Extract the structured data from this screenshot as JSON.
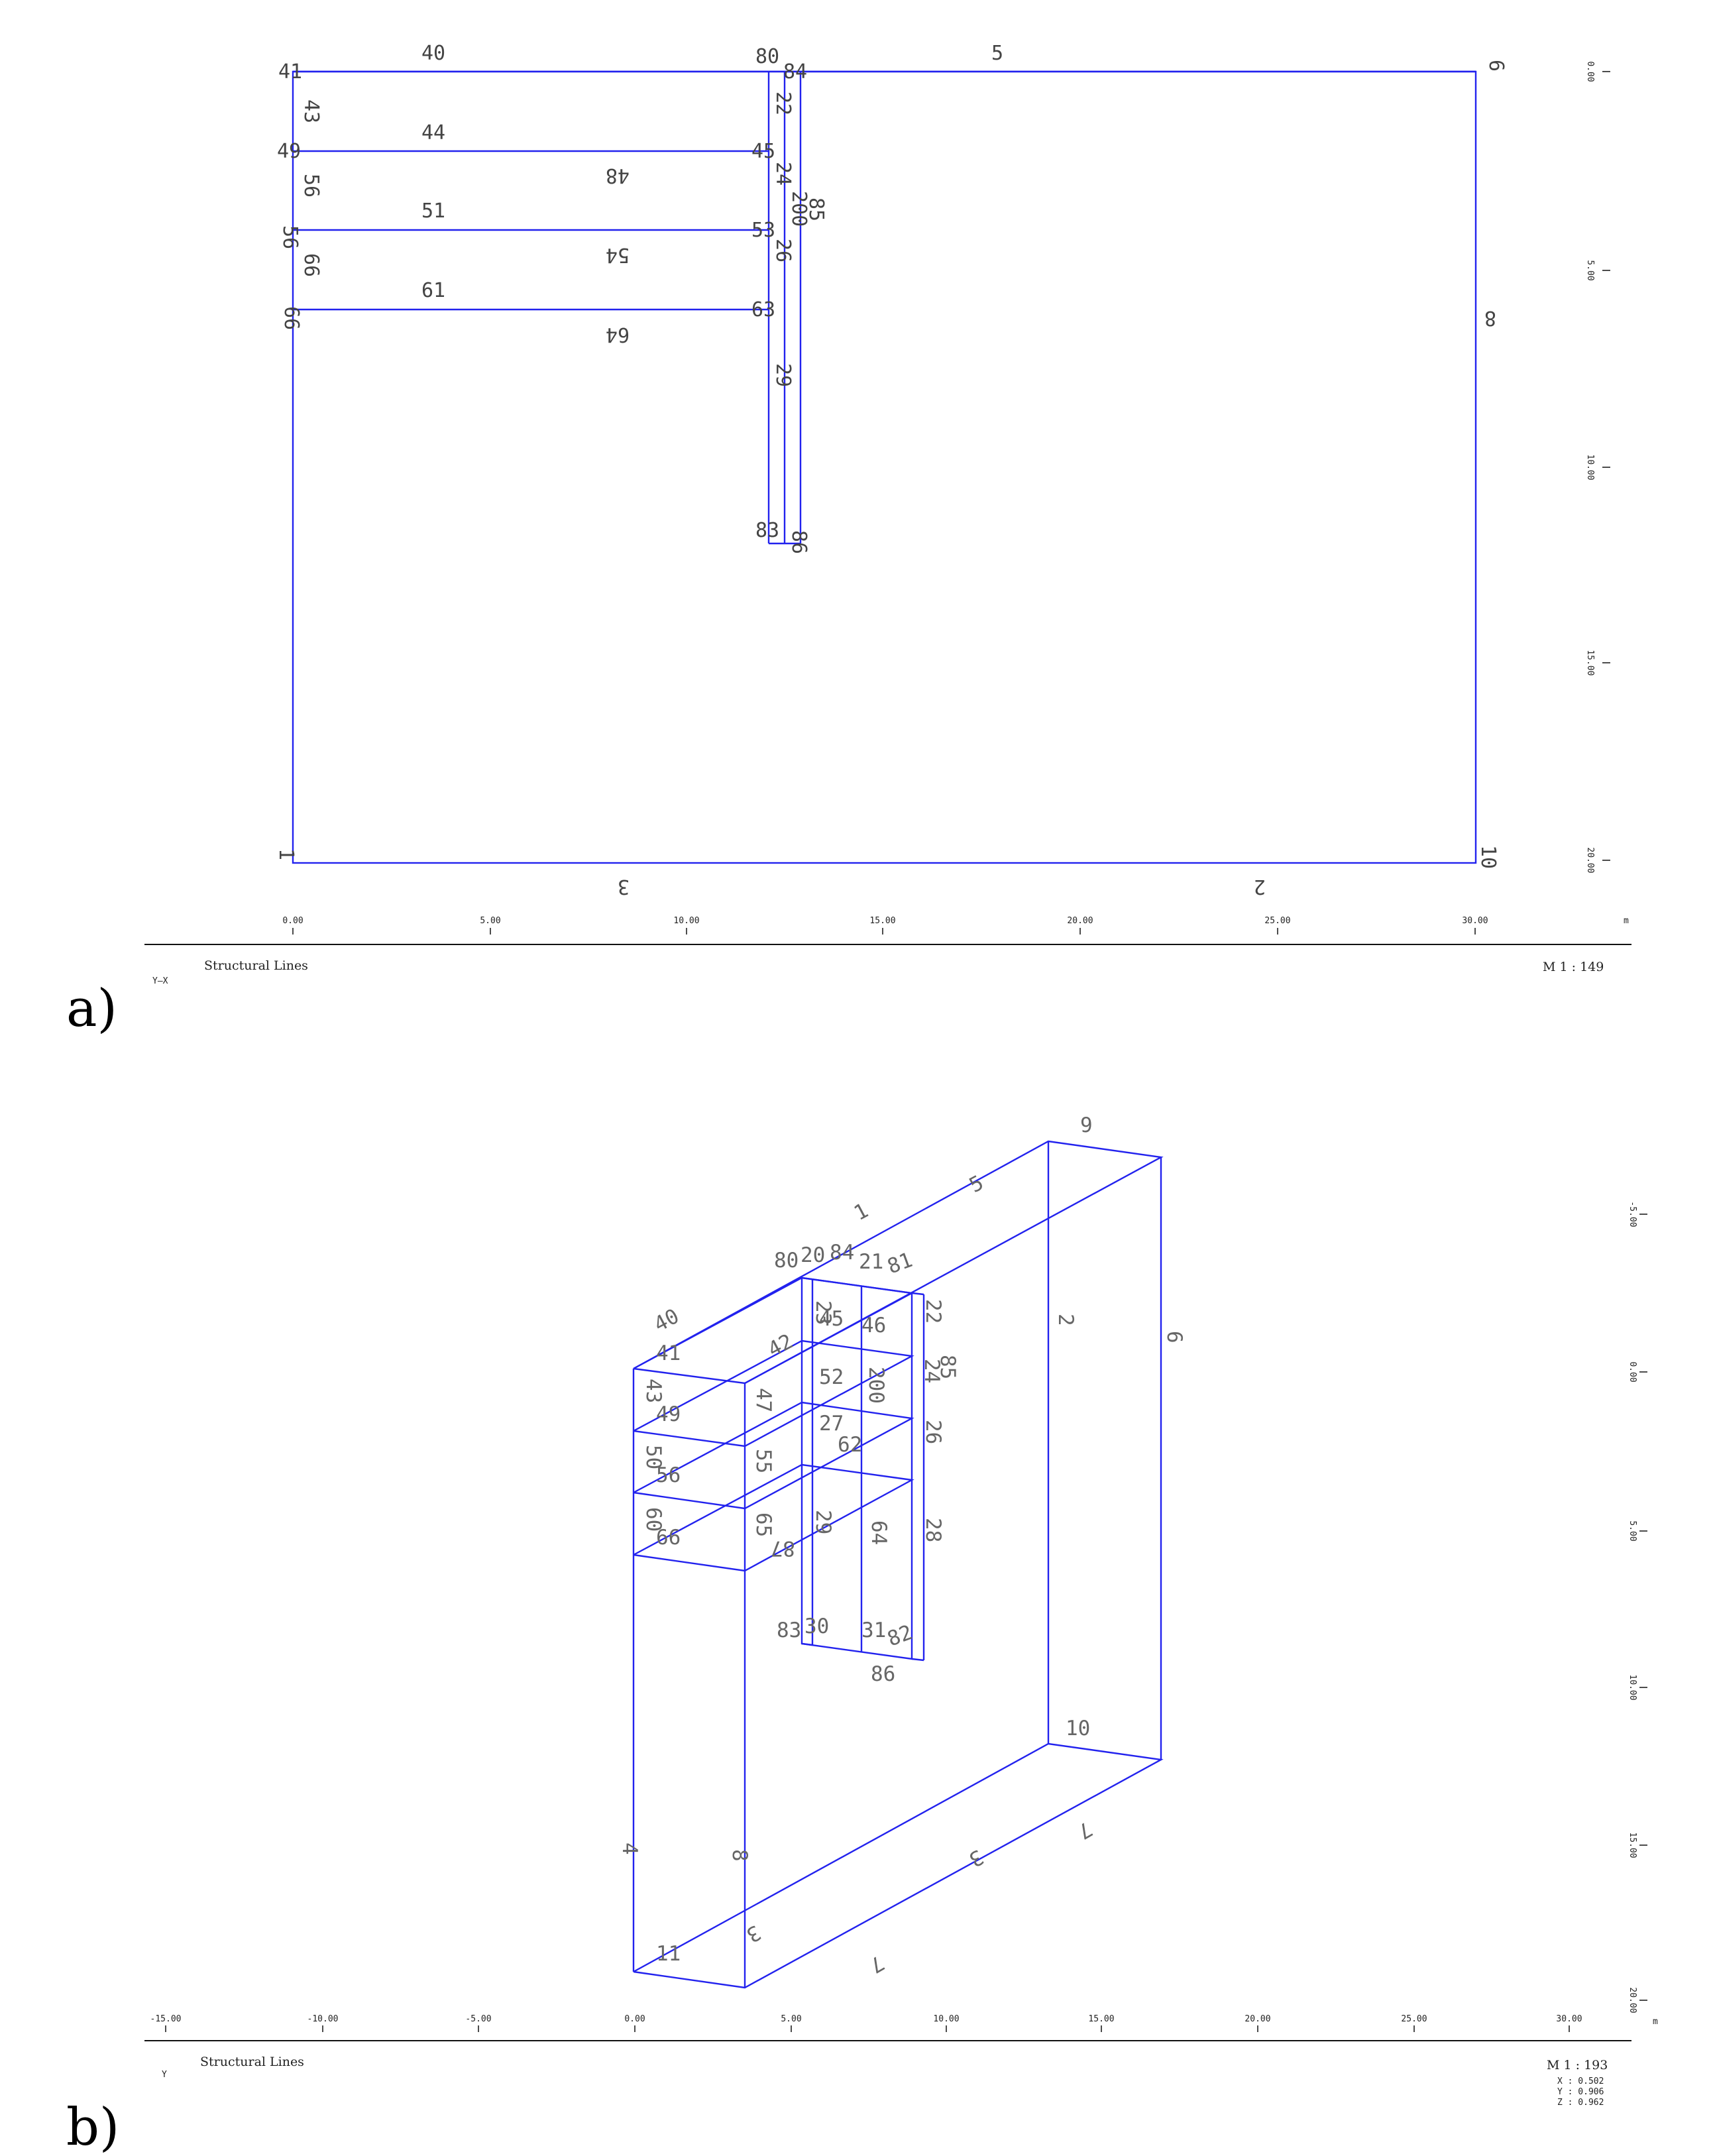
{
  "panel_a": {
    "panel_label": "a)",
    "view_title": "Structural Lines",
    "scale": "M 1 : 149",
    "unit": "m",
    "axis_mark": "Y—X",
    "x_ticks": [
      "0.00",
      "5.00",
      "10.00",
      "15.00",
      "20.00",
      "25.00",
      "30.00"
    ],
    "y_ticks": [
      "0.00",
      "5.00",
      "10.00",
      "15.00",
      "20.00"
    ],
    "line_labels": [
      "40",
      "41",
      "43",
      "44",
      "49",
      "56",
      "48",
      "51",
      "56",
      "66",
      "54",
      "61",
      "66",
      "64",
      "80",
      "84",
      "5",
      "45",
      "53",
      "63",
      "22",
      "24",
      "26",
      "85",
      "200",
      "29",
      "83",
      "86",
      "6",
      "8",
      "1",
      "3",
      "2",
      "10"
    ]
  },
  "panel_b": {
    "panel_label": "b)",
    "view_title": "Structural Lines",
    "scale": "M 1 : 193",
    "camera": [
      "X : 0.502",
      "Y : 0.906",
      "Z : 0.962"
    ],
    "unit": "m",
    "axis_mark": "Y",
    "x_ticks": [
      "-15.00",
      "-10.00",
      "-5.00",
      "0.00",
      "5.00",
      "10.00",
      "15.00",
      "20.00",
      "25.00",
      "30.00"
    ],
    "y_ticks": [
      "-5.00",
      "0.00",
      "5.00",
      "10.00",
      "15.00",
      "20.00"
    ],
    "line_labels": [
      "9",
      "1",
      "5",
      "80",
      "20",
      "84",
      "21",
      "81",
      "23",
      "45",
      "46",
      "22",
      "2",
      "6",
      "40",
      "42",
      "41",
      "43",
      "49",
      "47",
      "52",
      "200",
      "24",
      "85",
      "50",
      "56",
      "27",
      "62",
      "26",
      "55",
      "60",
      "66",
      "65",
      "29",
      "87",
      "64",
      "28",
      "83",
      "30",
      "31",
      "82",
      "86",
      "10",
      "3",
      "7",
      "4",
      "8",
      "11",
      "3",
      "7"
    ]
  }
}
